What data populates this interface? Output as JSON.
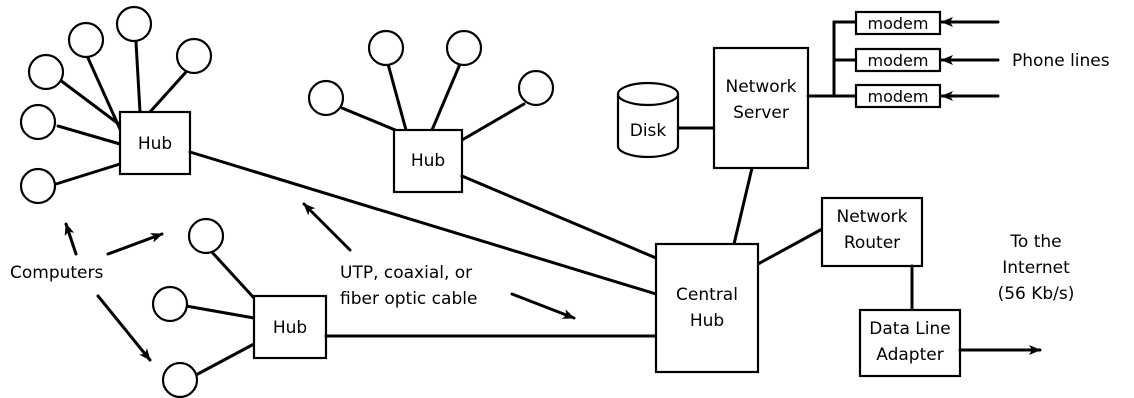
{
  "labels": {
    "hub_top_left": "Hub",
    "hub_top_middle": "Hub",
    "hub_bottom": "Hub",
    "central_hub": [
      "Central",
      "Hub"
    ],
    "network_server": [
      "Network",
      "Server"
    ],
    "disk": "Disk",
    "modems": [
      "modem",
      "modem",
      "modem"
    ],
    "phone_lines": "Phone lines",
    "network_router": [
      "Network",
      "Router"
    ],
    "data_line_adapter": [
      "Data Line",
      "Adapter"
    ],
    "internet": [
      "To the",
      "Internet",
      "(56 Kb/s)"
    ],
    "computers": "Computers",
    "cable": [
      "UTP, coaxial, or",
      "fiber optic cable"
    ]
  }
}
